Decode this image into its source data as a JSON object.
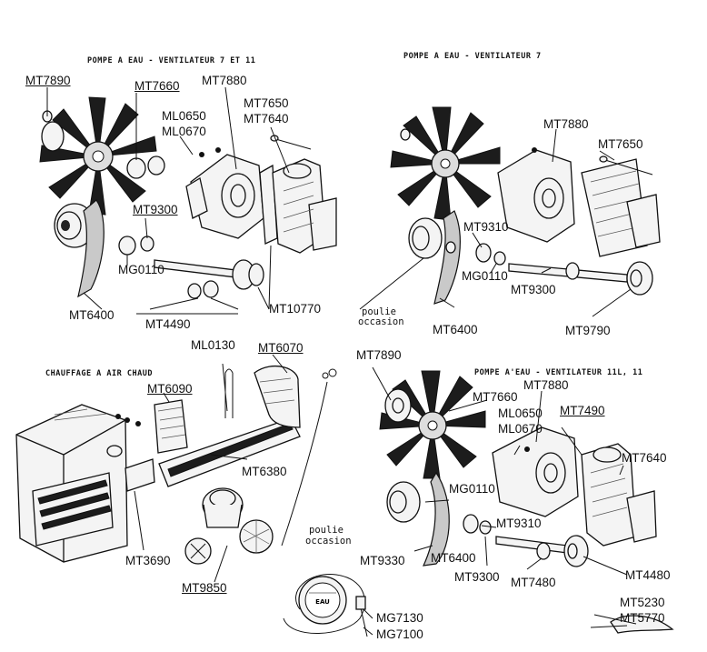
{
  "sections": {
    "top_left_title": "POMPE A EAU - VENTILATEUR 7 ET 11",
    "top_right_title": "POMPE A EAU - VENTILATEUR 7",
    "bottom_left_title": "CHAUFFAGE A AIR CHAUD",
    "bottom_right_title": "POMPE A'EAU - VENTILATEUR 11L, 11"
  },
  "notes": {
    "tr_line1": "poulie",
    "tr_line2": "occasion",
    "br_line1": "poulie",
    "br_line2": "occasion"
  },
  "refs": {
    "tl_mt7890": "MT7890",
    "tl_mt7660": "MT7660",
    "tl_mt7880": "MT7880",
    "tl_ml0650": "ML0650",
    "tl_ml0670": "ML0670",
    "tl_mt7650": "MT7650",
    "tl_mt7640": "MT7640",
    "tl_mt9300": "MT9300",
    "tl_mg0110": "MG0110",
    "tl_mt6400": "MT6400",
    "tl_mt4490": "MT4490",
    "tl_mt10770": "MT10770",
    "tr_mt7880": "MT7880",
    "tr_mt7650": "MT7650",
    "tr_mt9310": "MT9310",
    "tr_mg0110": "MG0110",
    "tr_mt9300": "MT9300",
    "tr_mt6400": "MT6400",
    "tr_mt9790": "MT9790",
    "bl_ml0130": "ML0130",
    "bl_mt6070": "MT6070",
    "bl_mt6090": "MT6090",
    "bl_mt6380": "MT6380",
    "bl_mt3690": "MT3690",
    "bl_mt9850": "MT9850",
    "br_mt7890": "MT7890",
    "br_mt7660": "MT7660",
    "br_mt7880": "MT7880",
    "br_ml0650": "ML0650",
    "br_ml0670": "ML0670",
    "br_mt7490": "MT7490",
    "br_mt7640": "MT7640",
    "br_mg0110": "MG0110",
    "br_mt9310": "MT9310",
    "br_mt9330": "MT9330",
    "br_mt6400": "MT6400",
    "br_mt9300": "MT9300",
    "br_mt7480": "MT7480",
    "br_mt4480": "MT4480",
    "br_mg7130": "MG7130",
    "br_mg7100": "MG7100",
    "br_mt5230": "MT5230",
    "br_mt5770": "MT5770"
  },
  "gauge_text": "EAU"
}
